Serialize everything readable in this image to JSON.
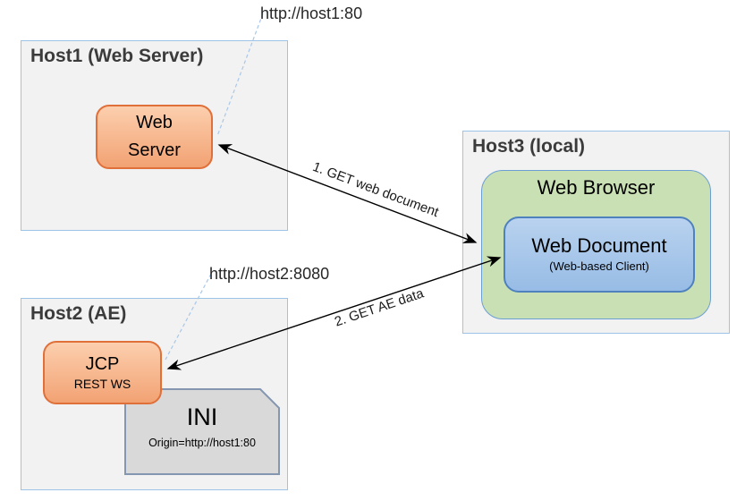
{
  "diagram": {
    "host1": {
      "title": "Host1 (Web Server)",
      "web_server": {
        "line1": "Web",
        "line2": "Server"
      }
    },
    "host2": {
      "title": "Host2 (AE)",
      "jcp": {
        "title": "JCP",
        "subtitle": "REST WS"
      },
      "ini": {
        "title": "INI",
        "subtitle": "Origin=http://host1:80"
      }
    },
    "host3": {
      "title": "Host3 (local)",
      "web_browser": {
        "title": "Web Browser"
      },
      "web_document": {
        "title": "Web Document",
        "subtitle": "(Web-based Client)"
      }
    },
    "callouts": {
      "host1_url": "http://host1:80",
      "host2_url": "http://host2:8080"
    },
    "arrows": {
      "arrow1": {
        "label": "1. GET web document",
        "bidirectional": true
      },
      "arrow2": {
        "label": "2. GET AE data",
        "bidirectional": true
      }
    },
    "colors": {
      "host_fill": "#f2f2f2",
      "host_border": "#9dc3e6",
      "orange_fill_top": "#fccfae",
      "orange_fill_bottom": "#f2a273",
      "orange_border": "#e0703a",
      "green_fill": "#c9e0b4",
      "green_border": "#6b9fd4",
      "blue_fill_top": "#b9d2ef",
      "blue_fill_bottom": "#97bce5",
      "blue_border": "#4e81bd",
      "ini_fill": "#d9d9d9",
      "ini_border": "#8496b0",
      "callout_line": "#a9c7e9",
      "arrow_line": "#000000"
    }
  }
}
